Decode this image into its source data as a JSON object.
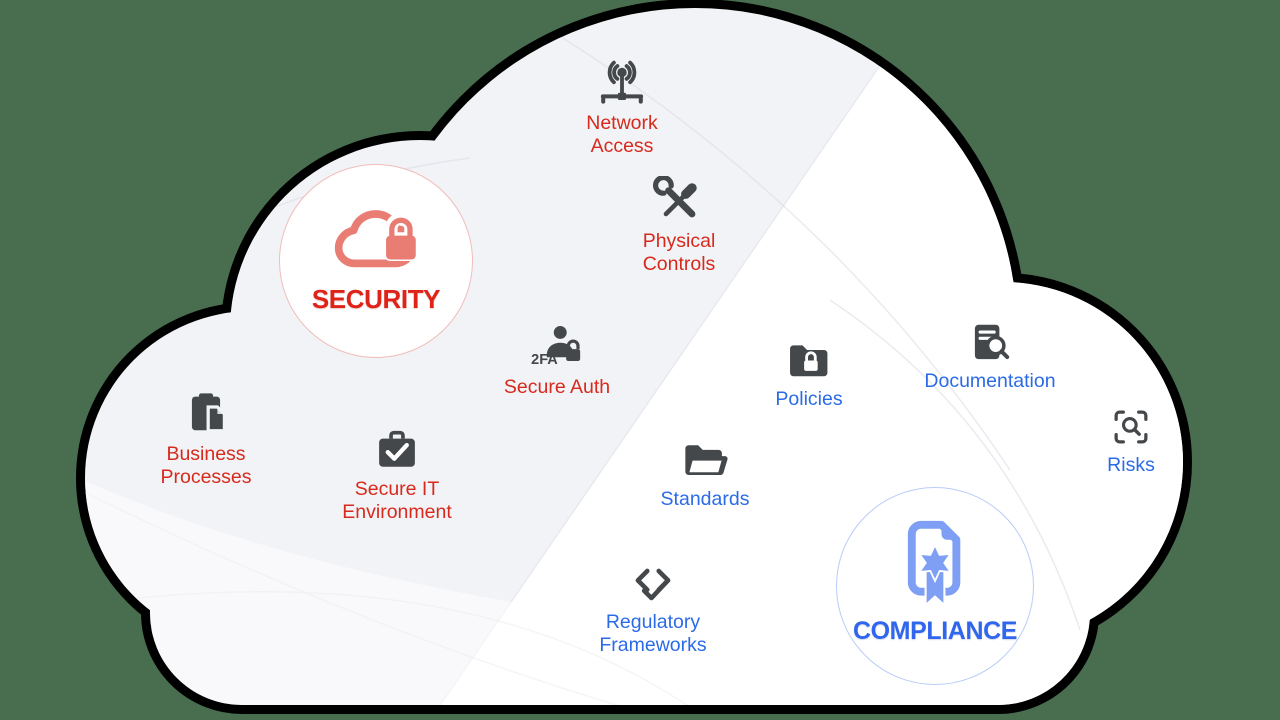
{
  "background_color": "#496e4f",
  "cloud": {
    "fill_left": "#f2f3f6",
    "fill_right": "#ffffff",
    "outline_color": "#000000",
    "icon_gray": "#45484b"
  },
  "security": {
    "heading": "SECURITY",
    "heading_color": "#e02318",
    "text_color": "#d8291d",
    "badge_icon": "cloud-lock-icon",
    "badge_icon_color": "#e97d74",
    "items": [
      {
        "label": "Network Access",
        "icon": "network-antenna-icon"
      },
      {
        "label": "Physical Controls",
        "icon": "crossed-tools-icon"
      },
      {
        "label": "Secure Auth",
        "icon": "two-factor-auth-icon",
        "badge_text": "2FA"
      },
      {
        "label": "Business Processes",
        "icon": "clipboard-copy-icon"
      },
      {
        "label": "Secure IT Environment",
        "icon": "briefcase-check-icon"
      }
    ]
  },
  "compliance": {
    "heading": "COMPLIANCE",
    "heading_color": "#3066ee",
    "text_color": "#2b6be8",
    "badge_icon": "certified-document-icon",
    "badge_icon_color": "#7e9ff3",
    "items": [
      {
        "label": "Policies",
        "icon": "locked-folder-icon"
      },
      {
        "label": "Documentation",
        "icon": "document-search-icon"
      },
      {
        "label": "Risks",
        "icon": "scan-search-icon"
      },
      {
        "label": "Standards",
        "icon": "open-folder-icon"
      },
      {
        "label": "Regulatory Frameworks",
        "icon": "code-check-icon"
      }
    ]
  }
}
